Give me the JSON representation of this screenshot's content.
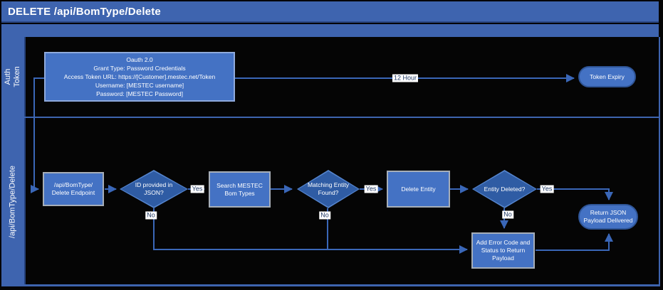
{
  "title": "DELETE /api/BomType/Delete",
  "colors": {
    "band_blue": "#3E64AF",
    "shape_blue": "#4472C4",
    "diamond_blue": "#2F5CA4",
    "connector_blue": "#3A67B8",
    "label_text_blue": "#1F3864",
    "lane_background": "#000000"
  },
  "lanes": {
    "auth": {
      "line1": "Auth",
      "line2": "Token"
    },
    "api": {
      "label": "/api/BomType/Delete"
    }
  },
  "auth_lane": {
    "oauth_box": {
      "lines": [
        "Oauth 2.0",
        "Grant Type: Password Credentials",
        "Access Token URL: https://[Customer].mestec.net/Token",
        "Username: [MESTEC username]",
        "Password: [MESTEC Password]"
      ]
    },
    "expiry_edge_label": "12 Hour",
    "token_expiry": "Token Expiry"
  },
  "flow": {
    "endpoint": {
      "line1": "/api/BomType/",
      "line2": "Delete Endpoint"
    },
    "id_provided": {
      "line1": "ID provided in",
      "line2": "JSON?"
    },
    "search": {
      "line1": "Search MESTEC",
      "line2": "Bom Types"
    },
    "matching": {
      "line1": "Matching Entity",
      "line2": "Found?"
    },
    "delete_entity": {
      "label": "Delete Entity"
    },
    "entity_deleted": {
      "label": "Entity Deleted?"
    },
    "error_box": {
      "line1": "Add Error Code and",
      "line2": "Status to Return",
      "line3": "Payload"
    },
    "return_payload": {
      "line1": "Return JSON",
      "line2": "Payload Delivered"
    },
    "yes": "Yes",
    "no": "No"
  }
}
